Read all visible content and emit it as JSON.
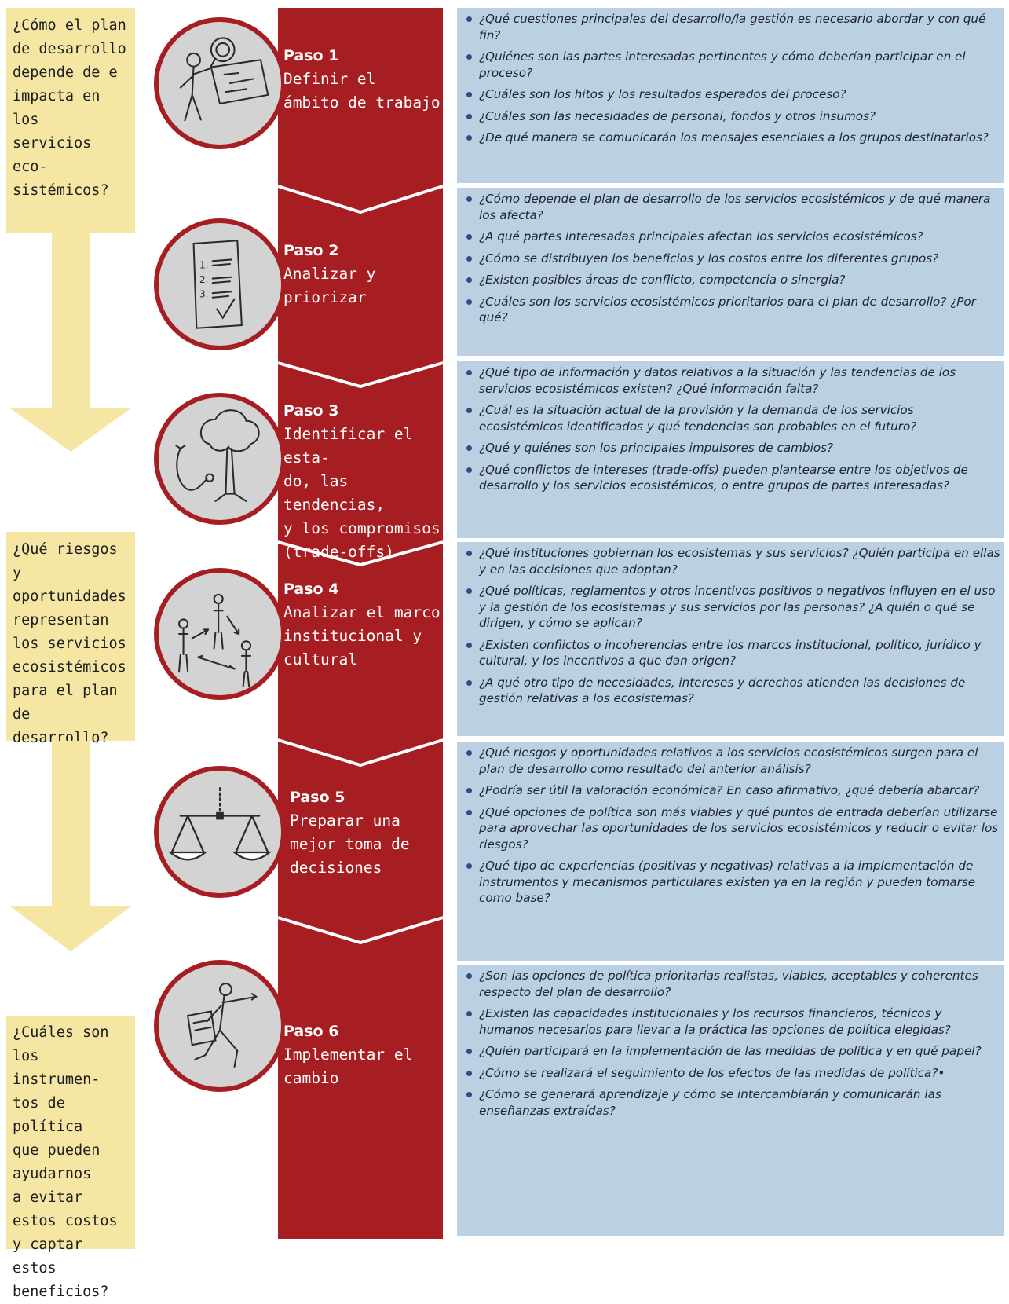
{
  "colors": {
    "question_box": "#f6e6a3",
    "arrow": "#f6e6a3",
    "step_red": "#a71e22",
    "questions_blue": "#bcd0e3",
    "bullet": "#2b4f86",
    "icon_circle": "#d3d3d3"
  },
  "guiding_questions": [
    "¿Cómo el plan\nde desarrollo\ndepende de e\nimpacta en los\nservicios eco-\nsistémicos?",
    "¿Qué riesgos y\noportunidades\nrepresentan\nlos servicios\necosistémicos\npara el plan\nde desarrollo?",
    "¿Cuáles son\nlos instrumen-\ntos de política\nque pueden\nayudarnos\na evitar\nestos costos\ny captar estos\nbeneficios?"
  ],
  "steps": [
    {
      "number": "Paso 1",
      "title": "Definir el\námbito de trabajo",
      "icon": "person-with-magnifier-and-map-icon",
      "questions": [
        "¿Qué cuestiones principales del desarrollo/la gestión es necesario abordar y con qué fin?",
        "¿Quiénes son las partes interesadas pertinentes y cómo deberían participar en el proceso?",
        "¿Cuáles son los hitos y los resultados esperados del proceso?",
        "¿Cuáles son las necesidades de personal, fondos y otros insumos?",
        "¿De qué manera se comunicarán los mensajes esenciales a los grupos destinatarios?"
      ]
    },
    {
      "number": "Paso 2",
      "title": "Analizar y\npriorizar",
      "icon": "checklist-document-icon",
      "questions": [
        "¿Cómo depende el plan de desarrollo de los servicios ecosistémicos y de qué manera los afecta?",
        "¿A qué partes interesadas principales afectan los servicios ecosistémicos?",
        "¿Cómo se distribuyen los beneficios y los costos entre los diferentes grupos?",
        "¿Existen posibles áreas de conflicto, competencia o sinergia?",
        "¿Cuáles son los servicios ecosistémicos prioritarios para el plan de desarrollo? ¿Por qué?"
      ]
    },
    {
      "number": "Paso 3",
      "title": "Identificar el esta-\ndo, las tendencias,\ny los compromisos\n(trade-offs)",
      "icon": "tree-with-stethoscope-icon",
      "questions": [
        "¿Qué tipo de información y datos relativos a la situación y las tendencias de los servicios ecosistémicos existen? ¿Qué información falta?",
        "¿Cuál es la situación actual de la provisión y la demanda de los servicios ecosistémicos identificados y qué tendencias son probables en el futuro?",
        "¿Qué y quiénes son los principales impulsores de cambios?",
        "¿Qué conflictos de intereses (trade-offs) pueden plantearse entre los objetivos de desarrollo y los servicios ecosistémicos, o entre grupos de partes interesadas?"
      ]
    },
    {
      "number": "Paso 4",
      "title": "Analizar el marco\ninstitucional y\ncultural",
      "icon": "three-people-interacting-icon",
      "questions": [
        "¿Qué instituciones gobiernan los ecosistemas y sus servicios? ¿Quién participa en ellas y en las decisiones que adoptan?",
        "¿Qué políticas, reglamentos y otros incentivos positivos o negativos influyen en el uso y la gestión de los ecosistemas y sus servicios por las personas? ¿A quién o qué se dirigen, y cómo se aplican?",
        "¿Existen conflictos o incoherencias entre los marcos institucional, político, jurídico y cultural, y los incentivos a que dan origen?",
        "¿A qué otro tipo de necesidades, intereses y derechos atienden las decisiones de gestión relativas a los ecosistemas?"
      ]
    },
    {
      "number": "Paso 5",
      "title": "Preparar una\nmejor toma de\ndecisiones",
      "icon": "balance-scale-icon",
      "questions": [
        "¿Qué riesgos y oportunidades relativos a los servicios ecosistémicos surgen para el plan de desarrollo como resultado del anterior análisis?",
        "¿Podría ser útil la valoración económica? En caso afirmativo, ¿qué debería abarcar?",
        "¿Qué opciones de política son más viables y qué puntos de entrada deberían utilizarse para aprovechar las oportunidades de los servicios ecosistémicos y reducir o evitar los riesgos?",
        "¿Qué tipo de experiencias (positivas y negativas) relativas a la implemen­tación de instrumentos y mecanismos particulares existen ya en la región y pueden tomarse como base?"
      ]
    },
    {
      "number": "Paso 6",
      "title": "Implementar el\ncambio",
      "icon": "person-walking-and-pointing-icon",
      "questions": [
        "¿Son las opciones de política prioritarias realistas, viables, aceptables y coherentes respecto del plan de desarrollo?",
        "¿Existen las capacidades institucionales y los recursos financieros, técnicos y humanos necesarios para llevar a la práctica las opciones de política elegidas?",
        "¿Quién participará en la implementación de las medidas de política y en qué papel?",
        "¿Cómo se realizará el seguimiento de los efectos de las medidas de políti­ca?•",
        "¿Cómo se generará aprendizaje y cómo se intercambiarán y comunicarán las enseñanzas extraídas?"
      ]
    }
  ]
}
